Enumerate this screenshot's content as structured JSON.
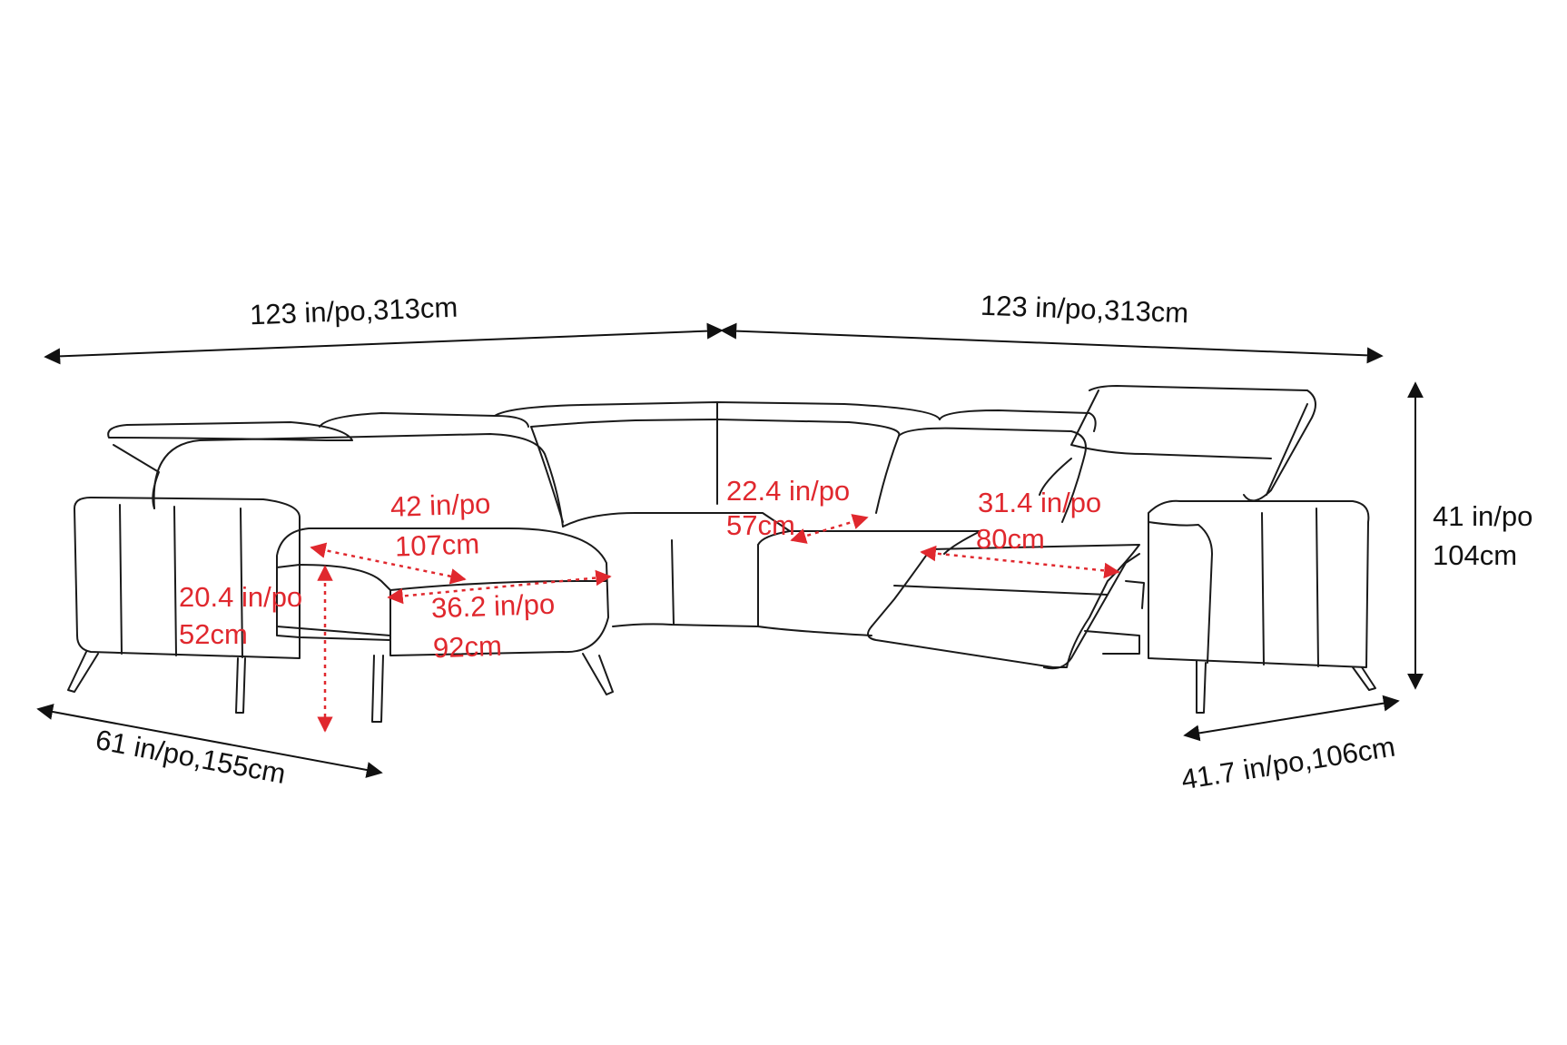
{
  "colors": {
    "outline": "#1a1a1a",
    "measure_red": "#e0282e",
    "text_black": "#111111",
    "background": "#ffffff"
  },
  "overall": {
    "width_left": "123 in/po,313cm",
    "width_right": "123 in/po,313cm",
    "height_in": "41 in/po",
    "height_cm": "104cm",
    "depth_left": "61 in/po,155cm",
    "depth_right": "41.7 in/po,106cm"
  },
  "seat_measures": {
    "chaise_depth_in": "42 in/po",
    "chaise_depth_cm": "107cm",
    "seat_height_in": "20.4 in/po",
    "seat_height_cm": "52cm",
    "chaise_width_in": "36.2 in/po",
    "chaise_width_cm": "92cm",
    "seat_depth_in": "22.4 in/po",
    "seat_depth_cm": "57cm",
    "recliner_ext_in": "31.4 in/po",
    "recliner_ext_cm": "80cm"
  }
}
